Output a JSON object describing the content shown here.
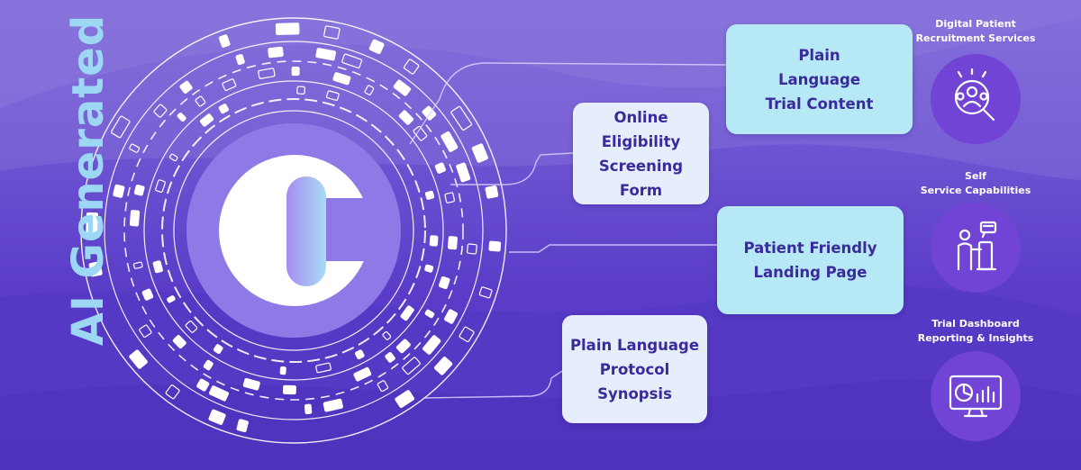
{
  "title": "AI Generated",
  "center_logo": "c-logo-icon",
  "features": [
    {
      "label": "Plain\nLanguage\nTrial Content"
    },
    {
      "label": "Online\nEligibility\nScreening\nForm"
    },
    {
      "label": "Patient Friendly\nLanding Page"
    },
    {
      "label": "Plain Language\nProtocol\nSynopsis"
    }
  ],
  "services": [
    {
      "label": "Digital Patient\nRecruitment Services",
      "icon": "recruitment-search-icon"
    },
    {
      "label": "Self\nService Capabilities",
      "icon": "self-service-kiosk-icon"
    },
    {
      "label": "Trial Dashboard\nReporting & Insights",
      "icon": "dashboard-chart-icon"
    }
  ],
  "colors": {
    "background": "#6a4fd0",
    "accent_light_blue": "#b7e8f6",
    "box_pale": "#e6eefb",
    "text_dark": "#3a2a9c",
    "icon_circle": "#7144d6",
    "title": "#9cd8f3"
  }
}
